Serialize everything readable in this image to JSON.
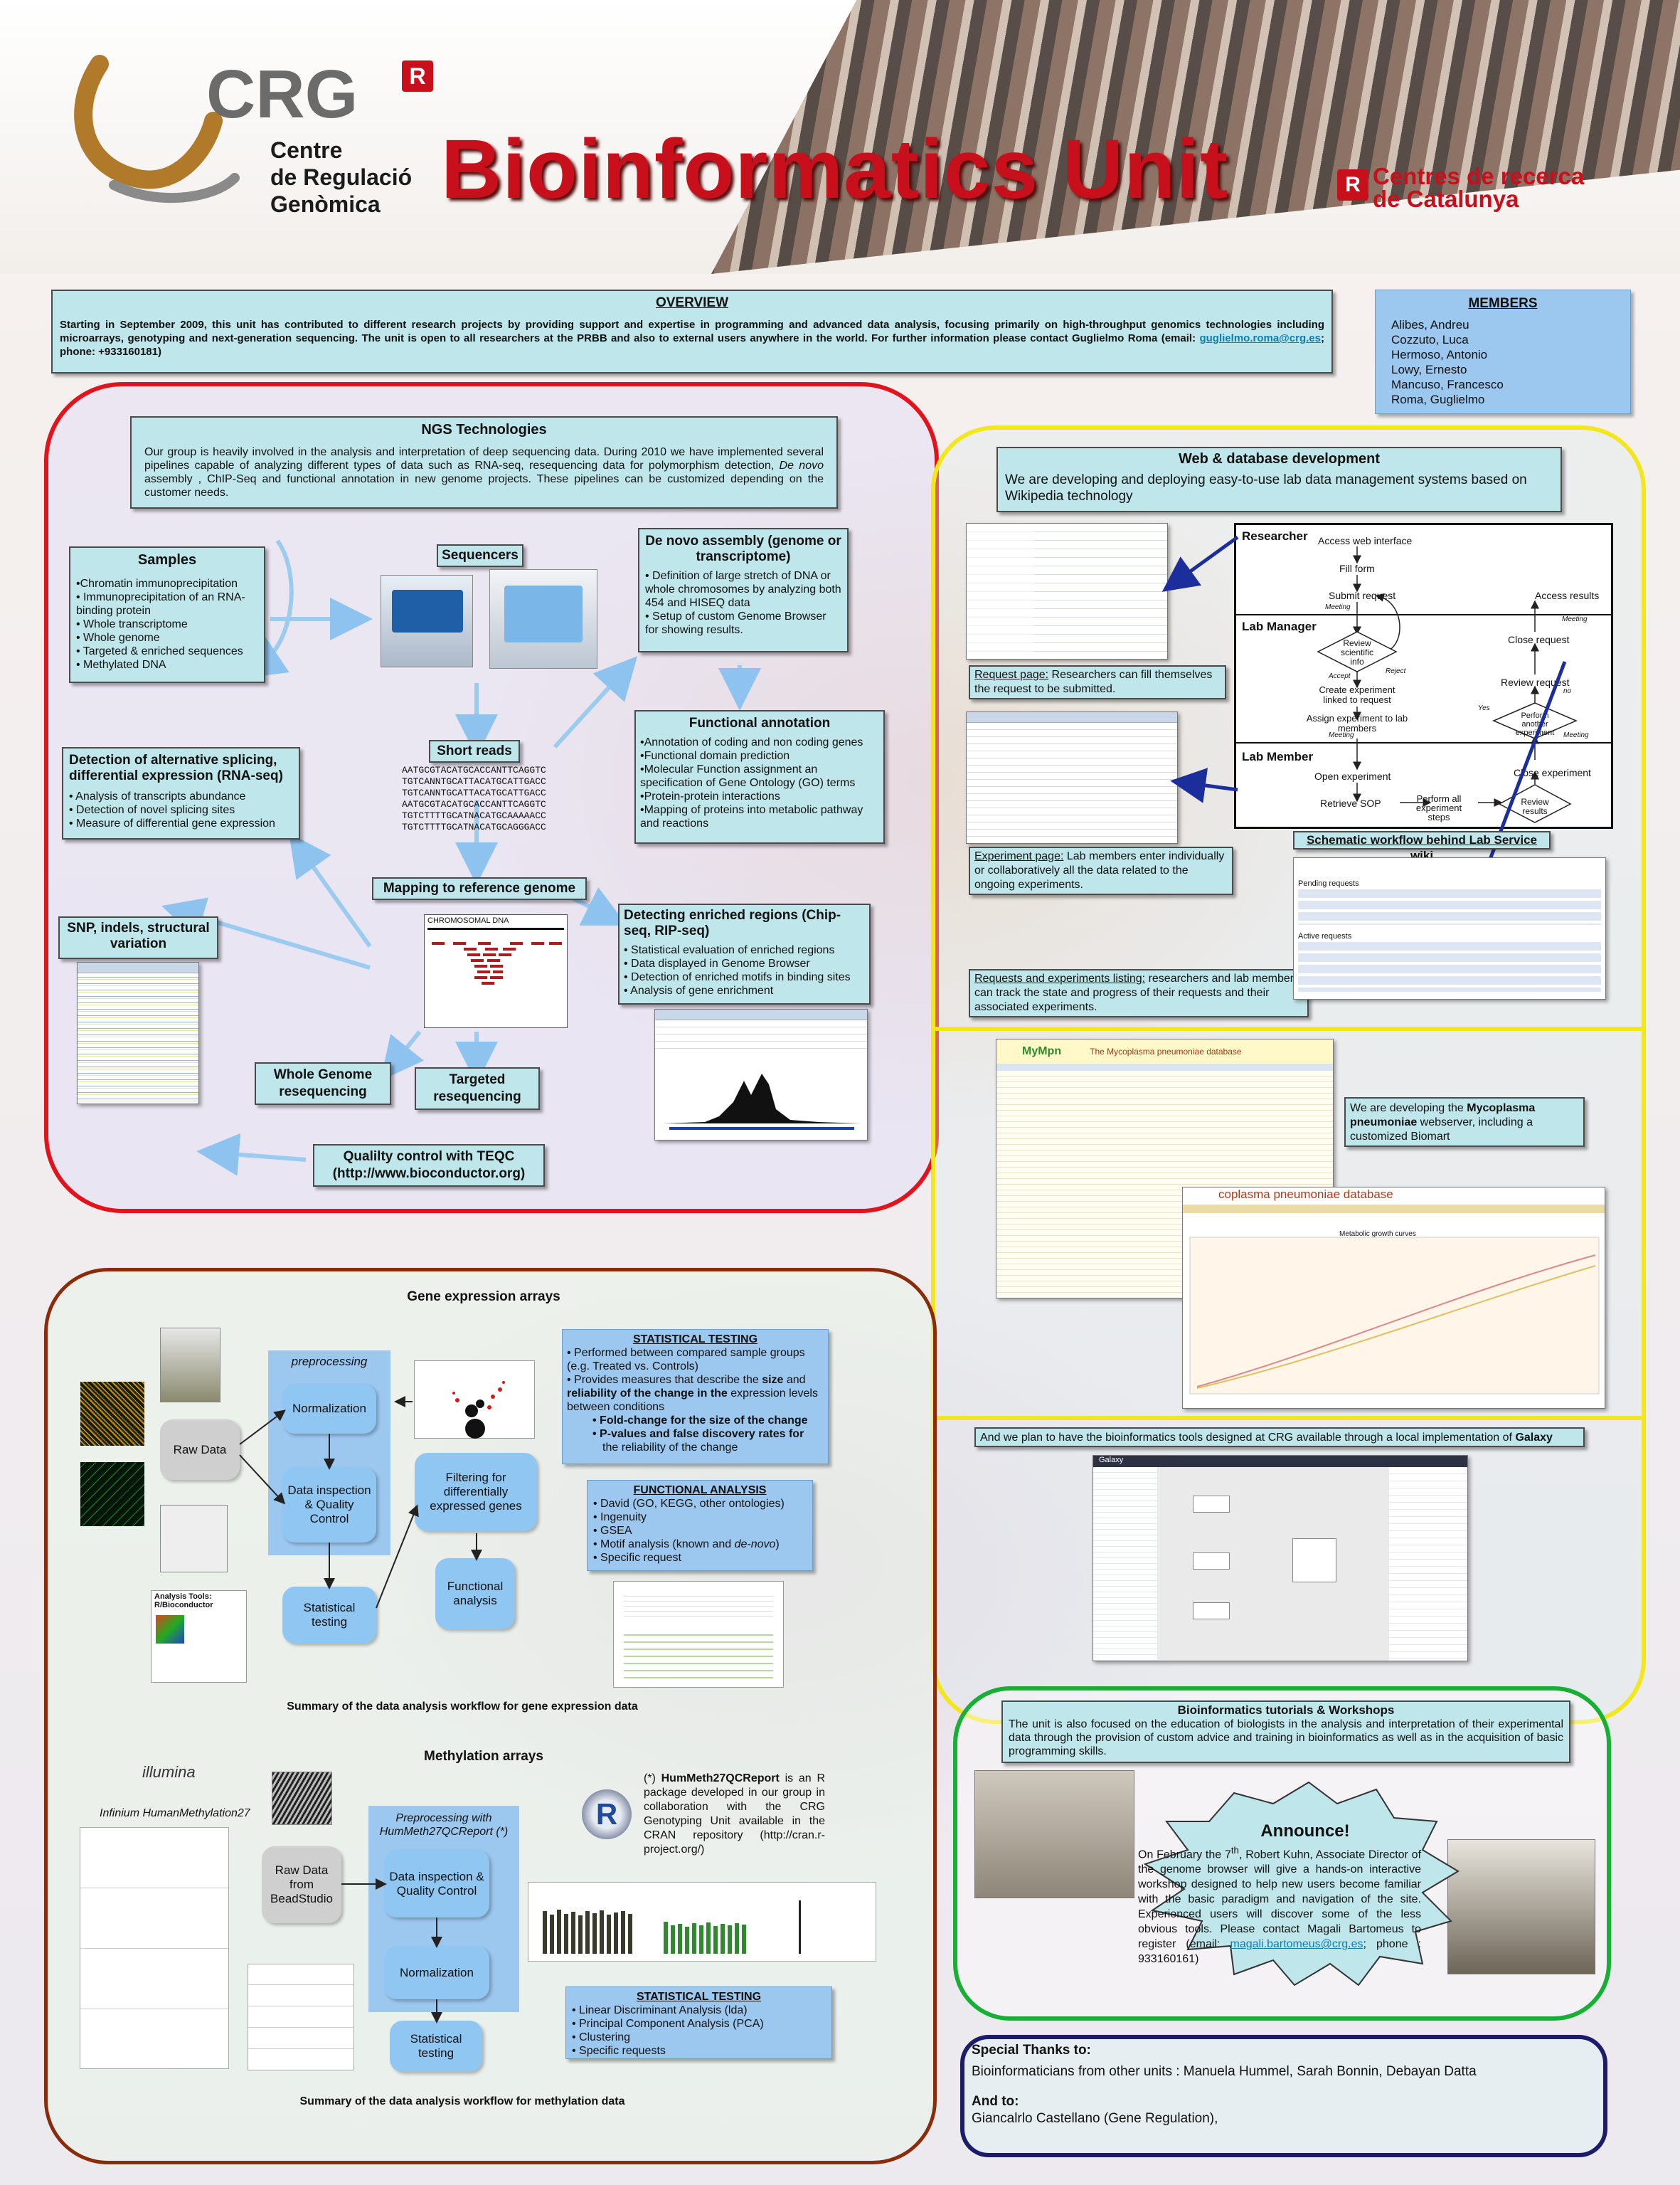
{
  "header": {
    "crg_name": "CRG",
    "crg_r": "R",
    "crg_sub": [
      "Centre",
      "de Regulació",
      "Genòmica"
    ],
    "title": "Bioinformatics Unit",
    "catalunya_r": "R",
    "catalunya": [
      "Centres de recerca",
      "de Catalunya"
    ]
  },
  "overview": {
    "heading": "OVERVIEW",
    "text": "Starting in September 2009, this unit has contributed to different research projects by providing support and expertise in programming and advanced data analysis, focusing primarily on high-throughput genomics technologies including microarrays, genotyping and next-generation sequencing. The unit is open to all researchers at the PRBB and also to external users anywhere in the world. For further information please contact Guglielmo Roma (email: ",
    "email": "guglielmo.roma@crg.es",
    "tail": "; phone: +933160181)"
  },
  "members": {
    "heading": "MEMBERS",
    "names": [
      "Alibes, Andreu",
      "Cozzuto, Luca",
      "Hermoso, Antonio",
      "Lowy, Ernesto",
      "Mancuso, Francesco",
      "Roma, Guglielmo"
    ]
  },
  "ngs": {
    "heading": "NGS Technologies",
    "intro_a": "Our group is heavily involved in the analysis and interpretation of deep sequencing data. During 2010 we have implemented several pipelines capable of analyzing different types of data such as RNA-seq, resequencing data for polymorphism detection, ",
    "intro_em": "De novo",
    "intro_b": " assembly , ChIP-Seq and functional annotation in new genome projects. These pipelines can be customized depending on the customer needs.",
    "samples_title": "Samples",
    "samples": [
      "•Chromatin immunoprecipitation",
      "• Immunoprecipitation of an RNA-binding protein",
      "• Whole transcriptome",
      "• Whole genome",
      "• Targeted & enriched sequences",
      "• Methylated DNA"
    ],
    "sequencers": "Sequencers",
    "denovo_title": "De novo assembly (genome or transcriptome)",
    "denovo": [
      "• Definition of large stretch of DNA or whole chromosomes by analyzing both 454 and HISEQ data",
      "• Setup of custom Genome Browser for showing results."
    ],
    "functional_title": "Functional  annotation",
    "functional": [
      "•Annotation of coding and non coding genes",
      "•Functional domain prediction",
      "•Molecular Function assignment an specification of Gene Ontology (GO) terms",
      "•Protein-protein interactions",
      "•Mapping of proteins into metabolic pathway and reactions"
    ],
    "shortreads": "Short reads",
    "reads": [
      "AATGCGTACATGCACCANTTCAGGTC",
      "TGTCANNTGCATTACATGCATTGACC",
      "TGTCANNTGCATTACATGCATTGACC",
      "AATGCGTACATGCACCANTTCAGGTC",
      "TGTCTTTTGCATNACATGCAAAAACC",
      "TGTCTTTTGCATNACATGCAGGGACC"
    ],
    "detection_title": "Detection of alternative splicing, differential expression (RNA-seq)",
    "detection": [
      "• Analysis of transcripts abundance",
      "• Detection of novel splicing sites",
      "• Measure of differential gene expression"
    ],
    "mapping": "Mapping to reference genome",
    "chromosomal": "CHROMOSOMAL DNA",
    "enriched_title": "Detecting enriched regions (Chip-seq, RIP-seq)",
    "enriched": [
      "• Statistical evaluation of enriched regions",
      "• Data displayed in Genome Browser",
      "• Detection of enriched motifs in binding sites",
      "• Analysis of gene enrichment"
    ],
    "snp_title": "SNP, indels, structural variation",
    "whole": "Whole Genome resequencing",
    "targeted": "Targeted resequencing",
    "quality": "Qualilty control with TEQC (http://www.bioconductor.org)"
  },
  "web": {
    "heading": "Web & database development",
    "intro": "We are developing and deploying easy-to-use lab data management systems based on Wikipedia technology",
    "wf_researcher": "Researcher",
    "wf_labmanager": "Lab Manager",
    "wf_labmember": "Lab Member",
    "wf_nodes": [
      "Access web interface",
      "Fill form",
      "Submit request",
      "Access results",
      "Review scientific info",
      "Create experiment linked to request",
      "Assign experiment to lab members",
      "Close request",
      "Review request",
      "Perform another experiment",
      "Open experiment",
      "Retrieve SOP",
      "Perform all experiment steps",
      "Review results",
      "Close experiment"
    ],
    "wf_labels": [
      "Meeting",
      "Accept",
      "Reject",
      "Meeting",
      "Meeting",
      "Meeting",
      "no",
      "Yes"
    ],
    "wf_caption": "Schematic workflow behind Lab Service wiki",
    "req_u": "Request page:",
    "req_t": " Researchers can fill themselves the request to be submitted.",
    "exp_u": "Experiment page:",
    "exp_t": " Lab members enter individually or collaboratively all the data related to the ongoing experiments.",
    "list_u": "Requests and experiments listing:",
    "list_t": " researchers and lab members can track the state and progress of their requests and their associated experiments.",
    "pending": "Pending requests",
    "active": "Active requests"
  },
  "mympn": {
    "text_a": "We are developing the ",
    "text_b": "Mycoplasma pneumoniae",
    "text_c": " webserver, including a customized Biomart",
    "logo": "MyMpn",
    "db_title": "The Mycoplasma pneumoniae database",
    "db2_title": "coplasma pneumoniae database",
    "chart_title": "Metabolic growth curves",
    "galaxy_a": "And we plan to have the bioinformatics tools designed at CRG available through a local implementation of ",
    "galaxy_b": "Galaxy",
    "galaxy_logo": "Galaxy"
  },
  "gea": {
    "heading": "Gene expression arrays",
    "preprocessing": "preprocessing",
    "normalization": "Normalization",
    "raw": "Raw Data",
    "inspection": "Data inspection & Quality Control",
    "filtering": "Filtering for differentially expressed genes",
    "statistical": "Statistical testing",
    "functional": "Functional analysis",
    "tools": "Analysis Tools: R/Bioconductor",
    "st_title": "STATISTICAL TESTING",
    "st_1": "• Performed between compared sample groups (e.g. Treated vs. Controls)",
    "st_2a": "• Provides measures that describe the ",
    "st_2b": "size",
    "st_2c": " and ",
    "st_2d": "reliability of the change in the",
    "st_2e": " expression levels between conditions",
    "st_3": "Fold-change for the size of the change",
    "st_4": "P-values and false discovery rates for",
    "st_5": "the reliability of the change",
    "fa_title": "FUNCTIONAL ANALYSIS",
    "fa": [
      "• David (GO, KEGG, other ontologies)",
      "• Ingenuity",
      "• GSEA",
      "• Motif analysis (known and ",
      "• Specific request"
    ],
    "fa_em": "de-novo",
    "fa_close": ")",
    "caption": "Summary of the data analysis workflow for gene expression data"
  },
  "meth": {
    "heading": "Methylation arrays",
    "illumina": "illumina",
    "infinium": "Infinium HumanMethylation27",
    "preproc": "Preprocessing with HumMeth27QCReport (*)",
    "raw": "Raw Data from BeadStudio",
    "inspection": "Data inspection & Quality Control",
    "normalization": "Normalization",
    "statistical": "Statistical testing",
    "note_a": "(*) ",
    "note_b": "HumMeth27QCReport",
    "note_c": " is an R package developed in our group in collaboration with the CRG Genotyping Unit available in the CRAN repository (http://cran.r-project.org/)",
    "r_logo": "R",
    "st_title": "STATISTICAL TESTING",
    "st": [
      "• Linear Discriminant Analysis (lda)",
      "• Principal Component Analysis (PCA)",
      "• Clustering",
      "• Specific requests"
    ],
    "caption": "Summary of the data analysis workflow for methylation data"
  },
  "tutorials": {
    "heading": "Bioinformatics tutorials & Workshops",
    "text": "The unit is also focused on the education of biologists in the analysis and interpretation of their experimental data through the provision of custom advice and training in bioinformatics as well as in the acquisition of basic  programming skills.",
    "announce": "Announce!",
    "ann_a": "On February the 7",
    "ann_sup": "th",
    "ann_b": ", Robert Kuhn, Associate Director of the genome browser will give a hands-on interactive workshop designed to help new users become familiar with the basic paradigm and navigation of the site. Experienced users will discover some of the less obvious tools. Please contact Magali Bartomeus to register (email: ",
    "ann_email": "magali.bartomeus@crg.es",
    "ann_c": "; phone : 933160161)"
  },
  "thanks": {
    "heading": "Special Thanks to:",
    "line1": "Bioinformaticians from other units : Manuela Hummel, Sarah Bonnin, Debayan Datta",
    "heading2": "And to:",
    "line2": "Giancalrlo  Castellano (Gene Regulation),"
  },
  "colors": {
    "title_red": "#c8101c",
    "ngs_border": "#e3131b",
    "web_border": "#f2e61c",
    "arrays_border": "#8a2c0c",
    "tutorial_border": "#17b034",
    "thanks_border": "#1c1c6b",
    "box_fill": "#bfe6ea"
  }
}
